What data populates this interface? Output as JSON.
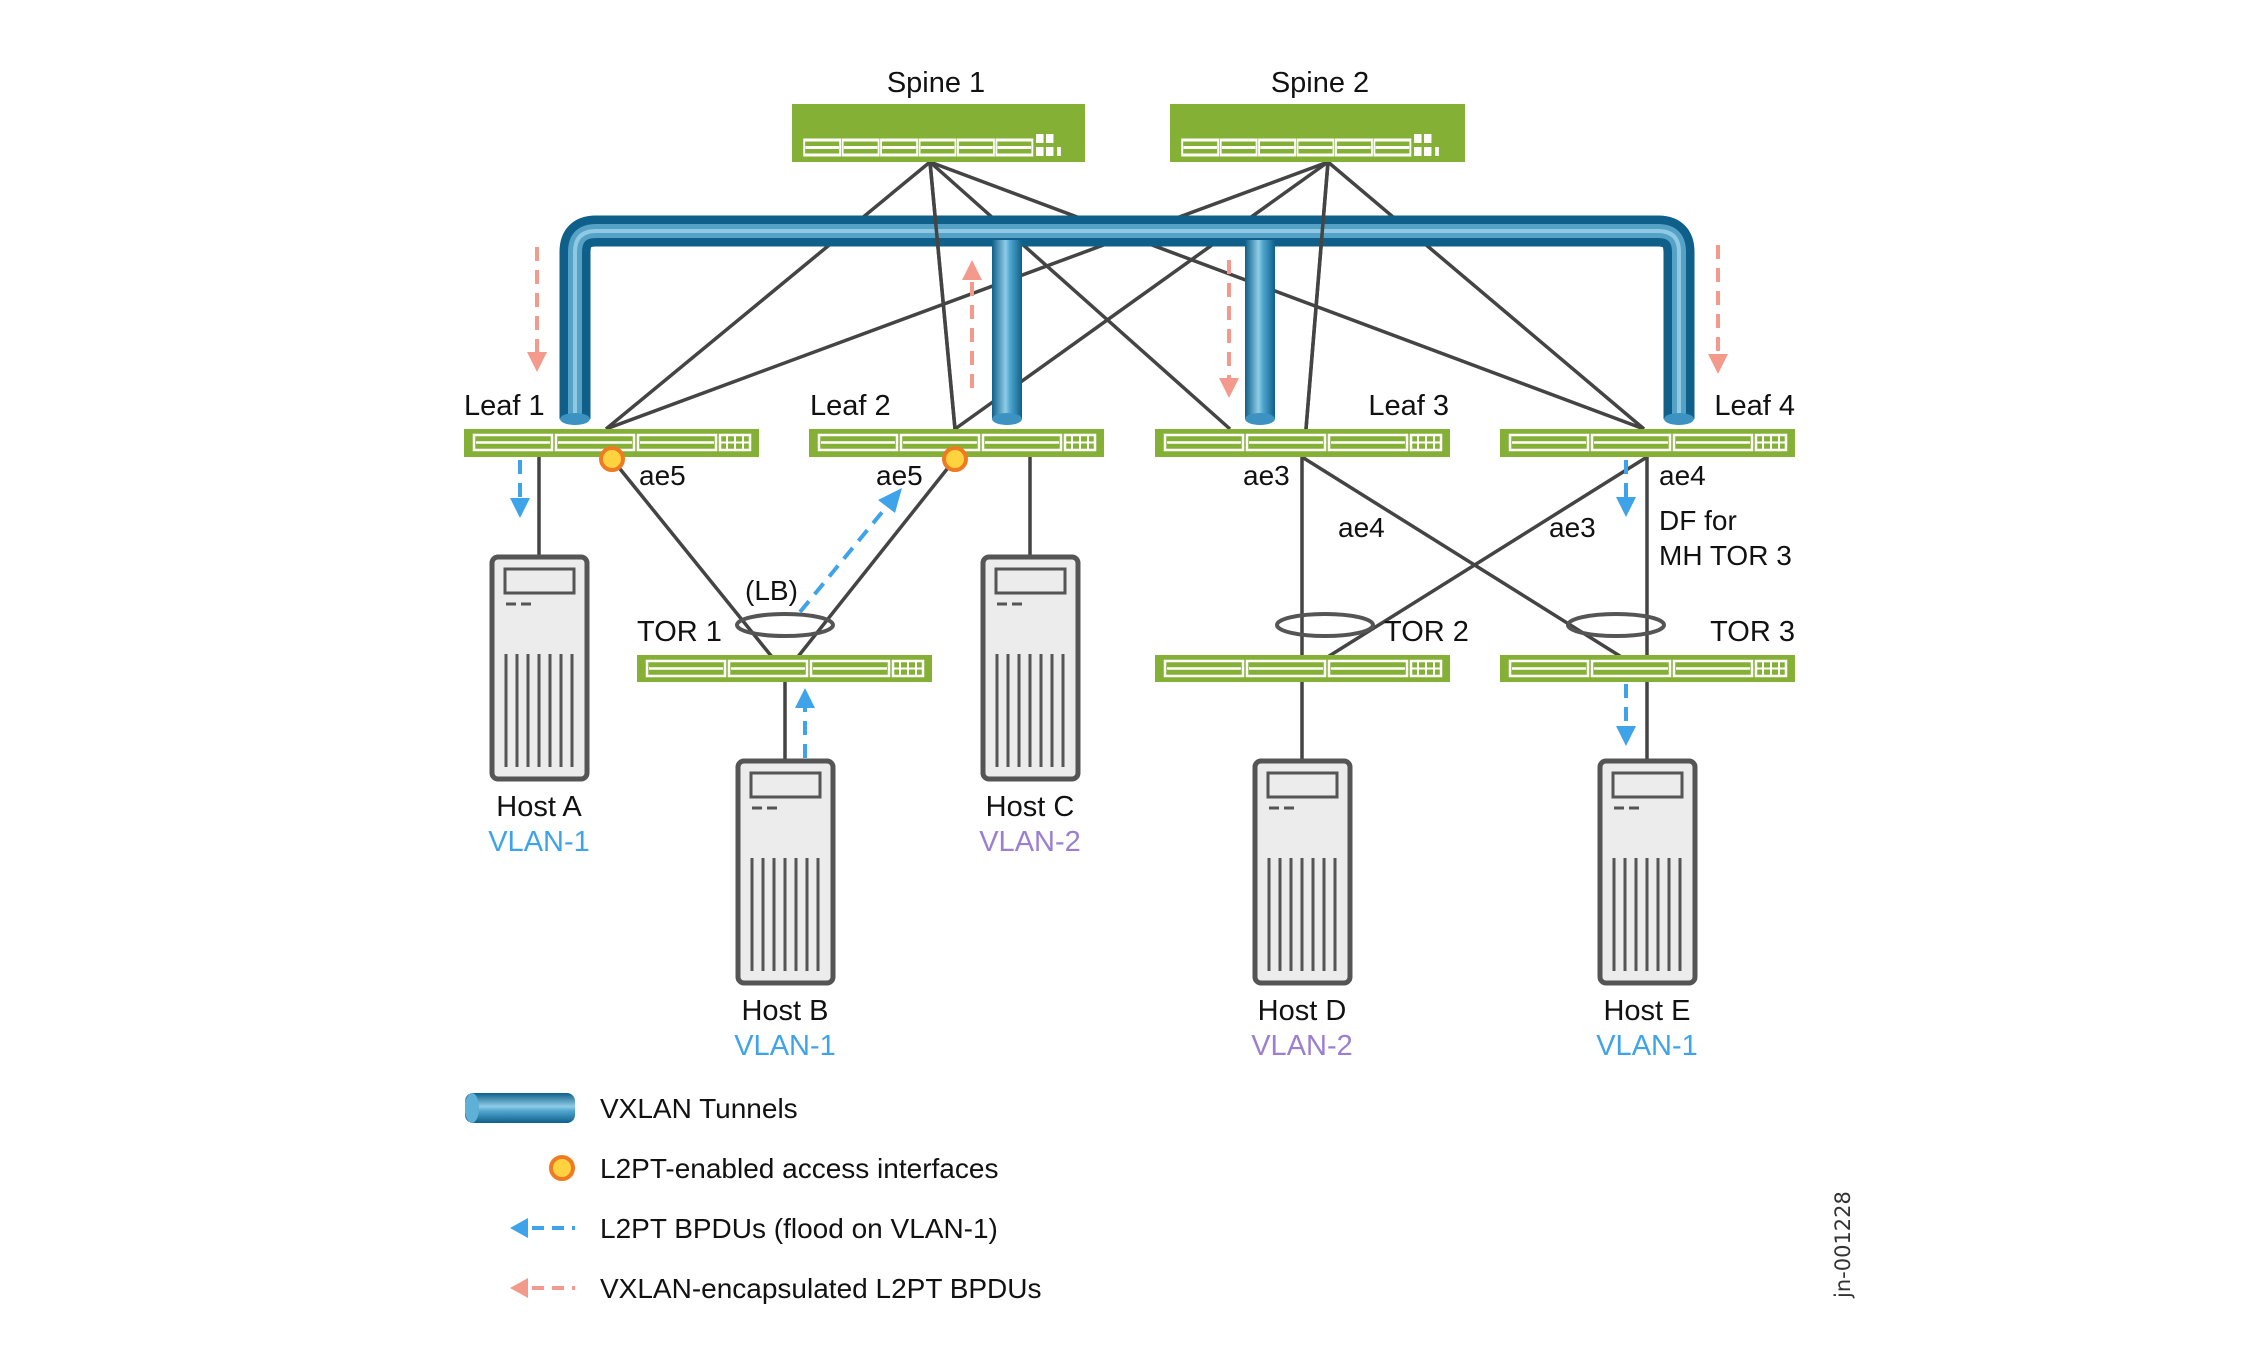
{
  "diagram_id": "jn-001228",
  "colors": {
    "switch_green": "#84B135",
    "tunnel_blue": "#1A7FAF",
    "l2pt_bpdu_blue": "#3FA3EA",
    "vxlan_bpdu_salmon": "#F49A8C",
    "vlan1_text": "#3FA3EA",
    "vlan2_text": "#9B7FD1",
    "interface_dot_fill": "#FFD23F",
    "interface_dot_stroke": "#F07A22",
    "link_gray": "#444444"
  },
  "spines": [
    {
      "id": "spine1",
      "label": "Spine 1"
    },
    {
      "id": "spine2",
      "label": "Spine 2"
    }
  ],
  "leaves": [
    {
      "id": "leaf1",
      "label": "Leaf 1"
    },
    {
      "id": "leaf2",
      "label": "Leaf 2"
    },
    {
      "id": "leaf3",
      "label": "Leaf 3"
    },
    {
      "id": "leaf4",
      "label": "Leaf 4"
    }
  ],
  "tors": [
    {
      "id": "tor1",
      "label": "TOR 1"
    },
    {
      "id": "tor2",
      "label": "TOR 2"
    },
    {
      "id": "tor3",
      "label": "TOR 3"
    }
  ],
  "hosts": [
    {
      "id": "hostA",
      "label": "Host A",
      "vlan": "VLAN-1"
    },
    {
      "id": "hostB",
      "label": "Host B",
      "vlan": "VLAN-1"
    },
    {
      "id": "hostC",
      "label": "Host C",
      "vlan": "VLAN-2"
    },
    {
      "id": "hostD",
      "label": "Host D",
      "vlan": "VLAN-2"
    },
    {
      "id": "hostE",
      "label": "Host E",
      "vlan": "VLAN-1"
    }
  ],
  "interface_labels": {
    "leaf1_ae5": "ae5",
    "leaf2_ae5": "ae5",
    "leaf3_ae3": "ae3",
    "leaf3_ae4": "ae4",
    "leaf4_ae3": "ae3",
    "leaf4_ae4": "ae4",
    "tor1_lb": "(LB)",
    "df_line1": "DF for",
    "df_line2": "MH TOR 3"
  },
  "legend": [
    {
      "symbol": "tunnel",
      "label": "VXLAN Tunnels"
    },
    {
      "symbol": "dot",
      "label": "L2PT-enabled access interfaces"
    },
    {
      "symbol": "blue-dashed-arrow",
      "label": "L2PT BPDUs (flood on VLAN-1)"
    },
    {
      "symbol": "salmon-dashed-arrow",
      "label": "VXLAN-encapsulated L2PT BPDUs"
    }
  ]
}
